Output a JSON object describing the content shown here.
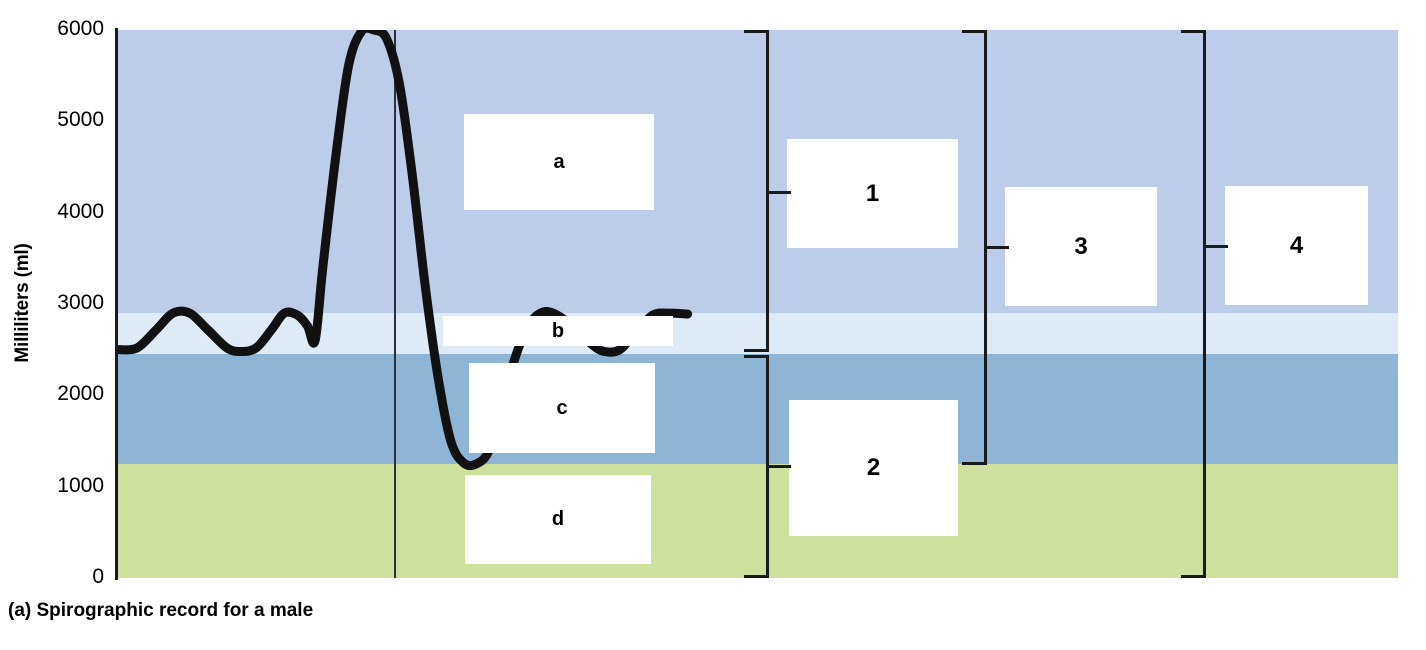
{
  "figure": {
    "caption": "(a) Spirographic record for a male",
    "y_axis_title": "Milliliters (ml)"
  },
  "chart_data": {
    "type": "line",
    "title": "(a) Spirographic record for a male",
    "xlabel": "",
    "ylabel": "Milliliters (ml)",
    "ylim": [
      0,
      6000
    ],
    "xlim": [
      0,
      100
    ],
    "grid": false,
    "legend_position": "none",
    "yticks": [
      0,
      1000,
      2000,
      3000,
      4000,
      5000,
      6000
    ],
    "ytick_labels": [
      "0",
      "1000",
      "2000",
      "3000",
      "4000",
      "5000",
      "6000"
    ],
    "series": [
      {
        "name": "Spirogram trace",
        "points": [
          [
            0.0,
            2500
          ],
          [
            1.5,
            2520
          ],
          [
            3.0,
            2720
          ],
          [
            4.3,
            2900
          ],
          [
            5.6,
            2900
          ],
          [
            7.0,
            2720
          ],
          [
            8.5,
            2520
          ],
          [
            9.6,
            2480
          ],
          [
            10.8,
            2520
          ],
          [
            12.0,
            2720
          ],
          [
            13.0,
            2900
          ],
          [
            14.0,
            2880
          ],
          [
            14.8,
            2760
          ],
          [
            15.4,
            2600
          ],
          [
            16.0,
            3400
          ],
          [
            17.0,
            4600
          ],
          [
            18.0,
            5600
          ],
          [
            19.0,
            5980
          ],
          [
            20.0,
            6000
          ],
          [
            21.0,
            5900
          ],
          [
            22.0,
            5400
          ],
          [
            23.0,
            4400
          ],
          [
            24.0,
            3200
          ],
          [
            25.0,
            2200
          ],
          [
            26.0,
            1500
          ],
          [
            27.0,
            1260
          ],
          [
            28.0,
            1250
          ],
          [
            29.0,
            1400
          ],
          [
            30.0,
            1900
          ],
          [
            31.0,
            2400
          ],
          [
            32.0,
            2750
          ],
          [
            33.0,
            2900
          ],
          [
            34.0,
            2900
          ],
          [
            35.5,
            2760
          ],
          [
            37.0,
            2560
          ],
          [
            38.0,
            2480
          ],
          [
            39.2,
            2500
          ],
          [
            40.5,
            2700
          ],
          [
            41.8,
            2880
          ],
          [
            43.0,
            2900
          ],
          [
            44.5,
            2890
          ]
        ]
      }
    ],
    "bands": [
      {
        "name": "upper-band",
        "y_range": [
          2900,
          6000
        ],
        "color": "#bdcce9"
      },
      {
        "name": "tidal-band",
        "y_range": [
          2450,
          2900
        ],
        "color": "#dfeaf7"
      },
      {
        "name": "lower-band",
        "y_range": [
          1250,
          2450
        ],
        "color": "#8eb5d5"
      },
      {
        "name": "residual-band",
        "y_range": [
          0,
          1250
        ],
        "color": "#cee09d"
      }
    ]
  },
  "answer_boxes": {
    "letters": [
      {
        "id": "a",
        "label": "a"
      },
      {
        "id": "b",
        "label": "b"
      },
      {
        "id": "c",
        "label": "c"
      },
      {
        "id": "d",
        "label": "d"
      }
    ],
    "numbers": [
      {
        "id": "1",
        "label": "1"
      },
      {
        "id": "2",
        "label": "2"
      },
      {
        "id": "3",
        "label": "3"
      },
      {
        "id": "4",
        "label": "4"
      }
    ]
  },
  "brackets": [
    {
      "id": "1",
      "y_top": 6000,
      "y_bottom": 2450
    },
    {
      "id": "2",
      "y_top": 2450,
      "y_bottom": 0
    },
    {
      "id": "3",
      "y_top": 6000,
      "y_bottom": 1250
    },
    {
      "id": "4",
      "y_top": 6000,
      "y_bottom": 0
    }
  ],
  "colors": {
    "upper_band": "#bdcce9",
    "tidal_band": "#dfeaf7",
    "lower_band": "#8eb5d5",
    "residual_band": "#cee09d",
    "trace": "#111111",
    "axis": "#1a1a1a",
    "background": "#ffffff"
  }
}
